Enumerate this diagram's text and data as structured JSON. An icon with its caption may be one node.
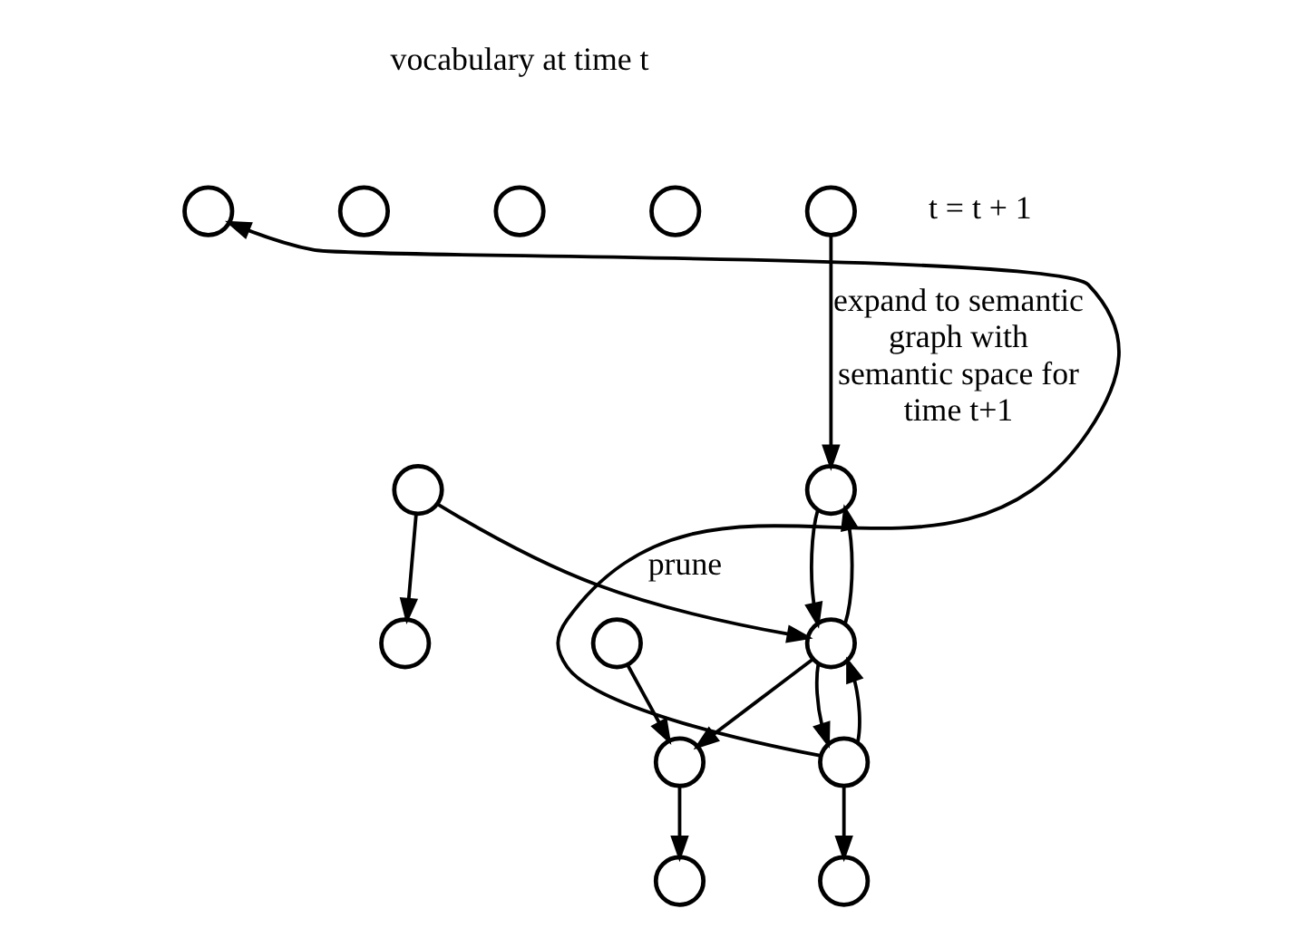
{
  "diagram": {
    "nodes": [
      {
        "text": [],
        "shape": "circle"
      },
      {
        "text": [],
        "shape": "circle"
      },
      {
        "text": [],
        "shape": "circle"
      },
      {
        "text": [],
        "shape": "circle"
      },
      {
        "text": [],
        "shape": "circle"
      },
      {
        "text": [],
        "shape": "circle"
      },
      {
        "text": [],
        "shape": "circle"
      },
      {
        "text": [],
        "shape": "circle"
      },
      {
        "text": [],
        "shape": "circle"
      },
      {
        "text": [],
        "shape": "circle"
      },
      {
        "text": [],
        "shape": "circle"
      },
      {
        "text": [],
        "shape": "circle"
      },
      {
        "text": [],
        "shape": "circle"
      },
      {
        "text": [],
        "shape": "circle"
      }
    ],
    "edges": [
      {
        "from": 4,
        "to": 8,
        "arrow": "to",
        "label": "expand to semantic graph with semantic space for time t+1"
      },
      {
        "from": 10,
        "to": 0,
        "arrow": "to",
        "label": "prune"
      },
      {
        "from": 5,
        "to": 6,
        "arrow": "to"
      },
      {
        "from": 5,
        "to": 9,
        "arrow": "to"
      },
      {
        "from": 10,
        "to": 7,
        "arrow": "to"
      },
      {
        "from": 10,
        "to": 9,
        "arrow": "to"
      },
      {
        "from": 9,
        "to": 10,
        "arrow": "to"
      },
      {
        "from": 9,
        "to": 8,
        "arrow": "to"
      },
      {
        "from": 8,
        "to": 9,
        "arrow": "to"
      },
      {
        "from": 9,
        "to": 11,
        "arrow": "to"
      },
      {
        "from": 11,
        "to": 12,
        "arrow": "to"
      },
      {
        "from": 13,
        "to": 11,
        "arrow": "to"
      }
    ],
    "labels": [
      "vocabulary at time t",
      "t = t + 1"
    ]
  }
}
